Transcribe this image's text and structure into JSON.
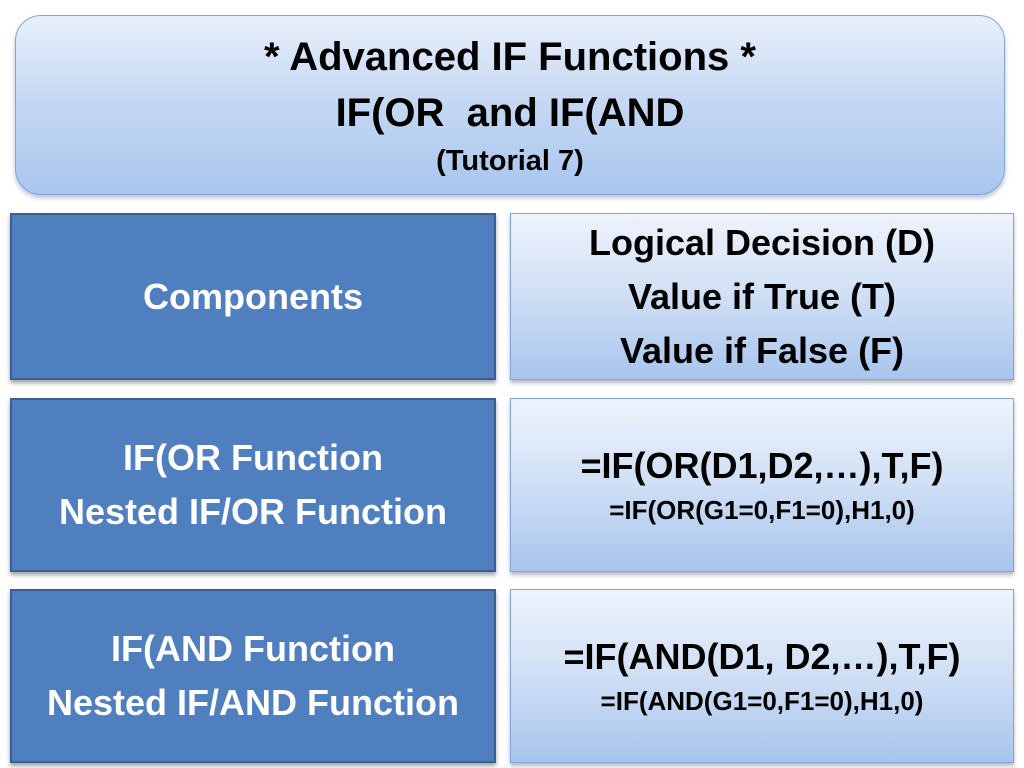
{
  "title": {
    "line1": "* Advanced IF Functions *",
    "line2": "IF(OR  and IF(AND",
    "line3": "(Tutorial 7)"
  },
  "rows": [
    {
      "left": [
        "Components"
      ],
      "right": [
        "Logical Decision (D)",
        "Value if True (T)",
        "Value if False (F)"
      ]
    },
    {
      "left": [
        "IF(OR Function",
        "Nested IF/OR Function"
      ],
      "right_main": "=IF(OR(D1,D2,…),T,F)",
      "right_sub": "=IF(OR(G1=0,F1=0),H1,0)"
    },
    {
      "left": [
        "IF(AND Function",
        "Nested IF/AND Function"
      ],
      "right_main": "=IF(AND(D1, D2,…),T,F)",
      "right_sub": "=IF(AND(G1=0,F1=0),H1,0)"
    }
  ],
  "colors": {
    "left_box_fill": "#4f7fbf",
    "right_box_gradient_top": "#eef3fc",
    "right_box_gradient_bottom": "#a8c5ed"
  }
}
